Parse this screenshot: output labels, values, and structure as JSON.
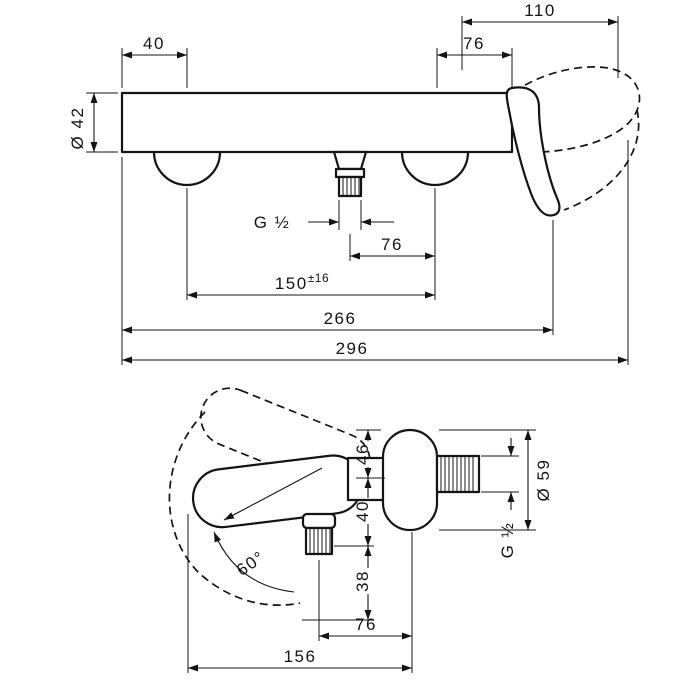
{
  "page": {
    "background": "#ffffff",
    "line_color": "#141414"
  },
  "front_view": {
    "dims": {
      "handle_reach": "110",
      "left_end_to_hole": "40",
      "hole_to_body_end": "76",
      "bar_diameter": "Ø 42",
      "outlet_thread": "G ½",
      "outlet_to_hole": "76",
      "hole_spacing": "150",
      "hole_spacing_tolerance": "±16",
      "body_width": "266",
      "overall_width": "296"
    }
  },
  "top_view": {
    "dims": {
      "depth_upper": "46",
      "depth_mid": "40",
      "depth_lower": "38",
      "body_diameter": "Ø 59",
      "connection_thread": "G ½",
      "swing_angle": "60°",
      "outlet_offset": "76",
      "overall_depth": "156"
    }
  }
}
